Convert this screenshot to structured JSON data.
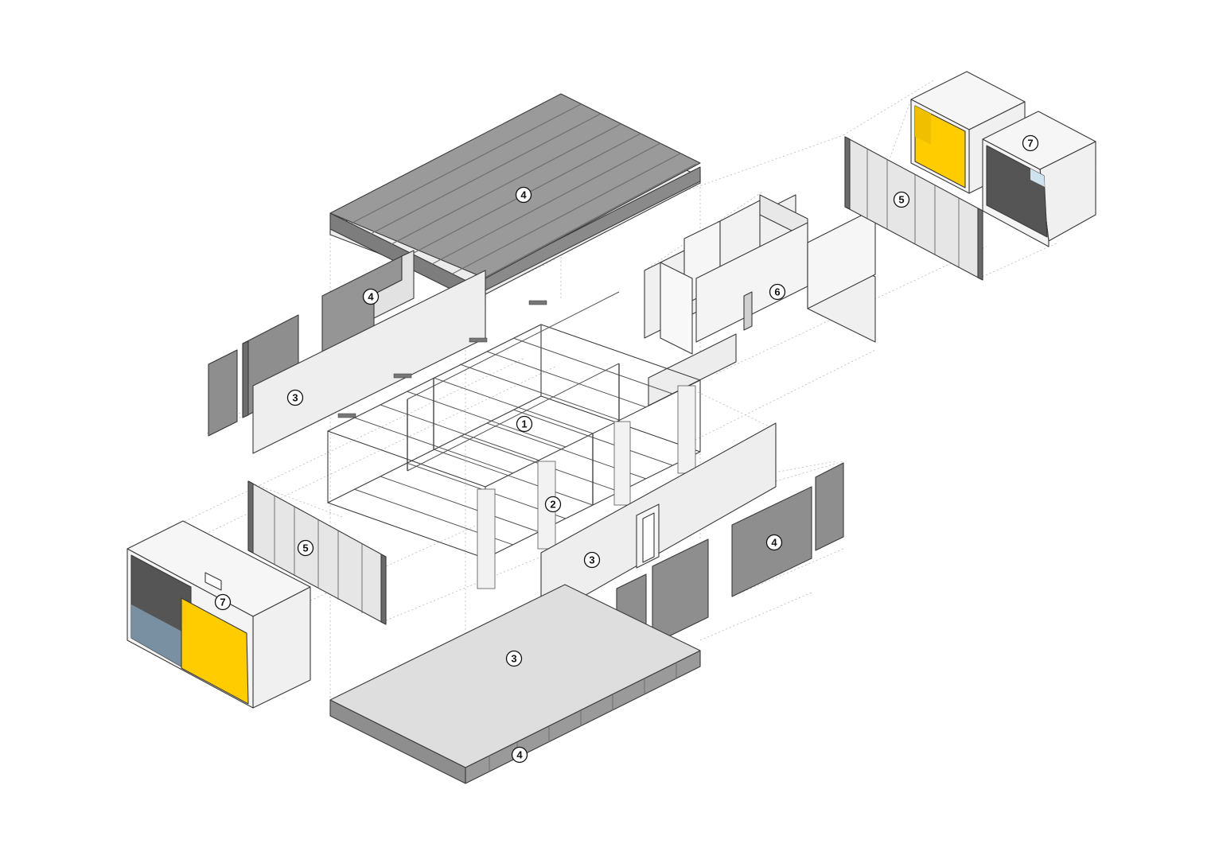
{
  "diagram": {
    "callouts": [
      {
        "id": "c1-frame",
        "label": "1"
      },
      {
        "id": "c2-columns",
        "label": "2"
      },
      {
        "id": "c3-side-wall-left",
        "label": "3"
      },
      {
        "id": "c3-front-wall",
        "label": "3"
      },
      {
        "id": "c3-floor",
        "label": "3"
      },
      {
        "id": "c4-roof",
        "label": "4"
      },
      {
        "id": "c4-back-panel",
        "label": "4"
      },
      {
        "id": "c4-right-panel",
        "label": "4"
      },
      {
        "id": "c4-floor-base",
        "label": "4"
      },
      {
        "id": "c5-glazing-left",
        "label": "5"
      },
      {
        "id": "c5-glazing-right",
        "label": "5"
      },
      {
        "id": "c6-partitions",
        "label": "6"
      },
      {
        "id": "c7-pod-left",
        "label": "7"
      },
      {
        "id": "c7-pod-right",
        "label": "7"
      }
    ]
  },
  "colors": {
    "panel_dark": "#8e8e8e",
    "panel_mid": "#a3a3a3",
    "panel_light": "#e9e9e9",
    "floor": "#dedede",
    "pod_white": "#f4f4f4",
    "accent_yellow": "#ffcc00",
    "pod_dark": "#555555",
    "glass_blue": "#7f9bb0"
  }
}
